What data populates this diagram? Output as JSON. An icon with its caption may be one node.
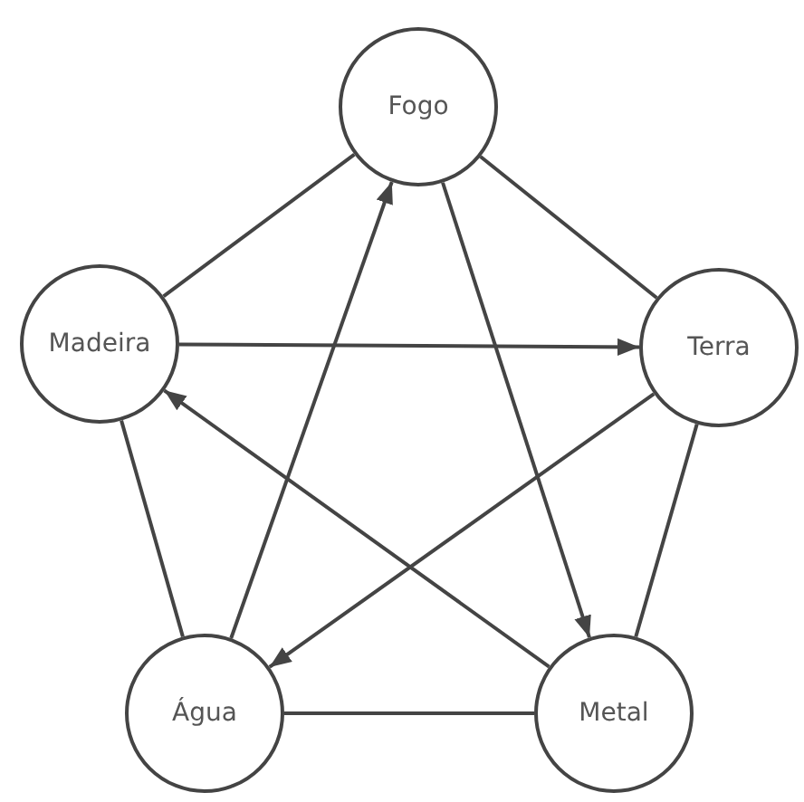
{
  "diagram": {
    "nodes": [
      {
        "text": [
          "Fogo"
        ]
      },
      {
        "text": [
          "Madeira"
        ]
      },
      {
        "text": [
          "Terra"
        ]
      },
      {
        "text": [
          "Água"
        ]
      },
      {
        "text": [
          "Metal"
        ]
      }
    ],
    "edges": [
      {
        "from": 0,
        "to": 2,
        "arrow": "none"
      },
      {
        "from": 2,
        "to": 4,
        "arrow": "none"
      },
      {
        "from": 4,
        "to": 3,
        "arrow": "none"
      },
      {
        "from": 3,
        "to": 1,
        "arrow": "none"
      },
      {
        "from": 1,
        "to": 0,
        "arrow": "none"
      },
      {
        "from": 1,
        "to": 2,
        "arrow": "to"
      },
      {
        "from": 2,
        "to": 3,
        "arrow": "to"
      },
      {
        "from": 3,
        "to": 0,
        "arrow": "to"
      },
      {
        "from": 0,
        "to": 4,
        "arrow": "to"
      },
      {
        "from": 4,
        "to": 1,
        "arrow": "to"
      }
    ]
  }
}
